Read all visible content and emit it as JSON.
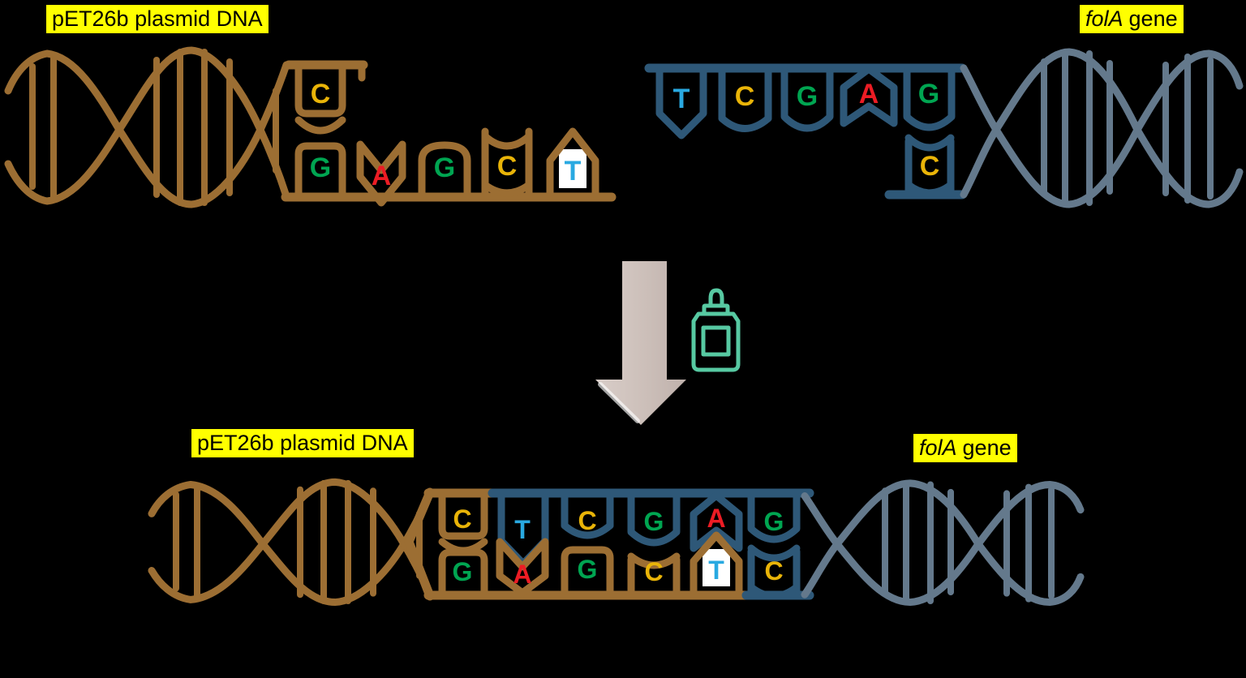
{
  "background_color": "#000000",
  "highlight_color": "#FFFF00",
  "colors": {
    "plasmid_strand": "#9C6E33",
    "gene_backbone": "#2E5878",
    "gene_helix": "#64798C",
    "arrow_fill": "#CCBFB9",
    "glue_outline": "#57C9A2",
    "base_A": "#EC1C24",
    "base_T": "#29A9E1",
    "base_G": "#00A551",
    "base_C": "#E9B408",
    "t_box_fill": "#FFFFFF",
    "label_text": "#000000"
  },
  "labels": {
    "plasmid_top": "pET26b plasmid DNA",
    "gene_top_italic": "folA",
    "gene_top_rest": "gene",
    "plasmid_bottom": "pET26b plasmid DNA",
    "gene_bottom_italic": "folA",
    "gene_bottom_rest": "gene"
  },
  "top_left": {
    "description": "pET26b plasmid DNA with sticky end",
    "top_strand": [
      "C"
    ],
    "bottom_strand": [
      "G",
      "A",
      "G",
      "C",
      "T"
    ]
  },
  "top_right": {
    "description": "folA gene insert with sticky end",
    "top_strand": [
      "T",
      "C",
      "G",
      "A",
      "G"
    ],
    "bottom_strand": [
      "C"
    ]
  },
  "product": {
    "description": "ligated plasmid + insert",
    "top_strand": [
      "C",
      "T",
      "C",
      "G",
      "A",
      "G"
    ],
    "bottom_strand": [
      "G",
      "A",
      "G",
      "C",
      "T",
      "C"
    ]
  },
  "icons": {
    "arrow": "down-arrow",
    "glue": "glue-bottle"
  }
}
